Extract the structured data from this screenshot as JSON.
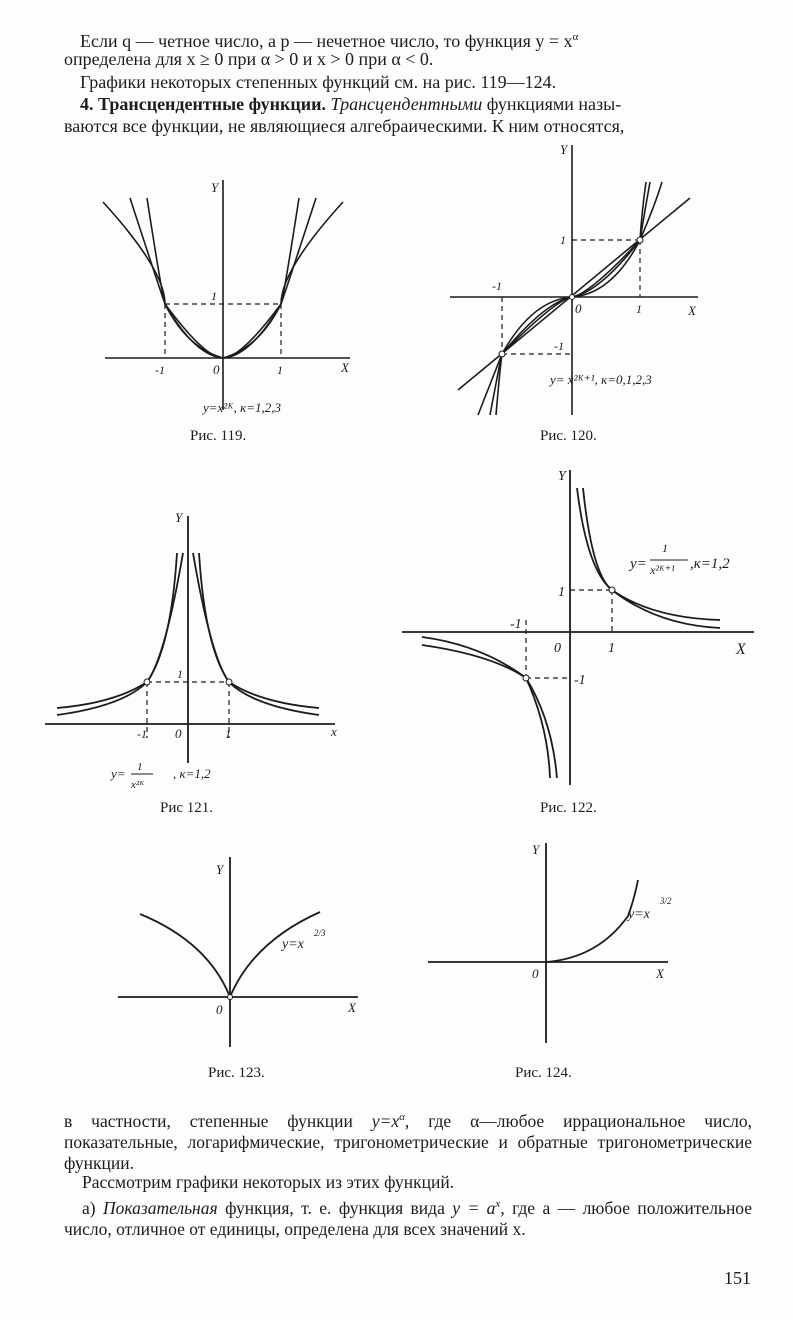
{
  "top": {
    "line1": "Если  q — четное  число,  а  p — нечетное число,  то функция   y = x",
    "line1_exp": "α",
    "line2": "определена для  x ≥ 0  при  α > 0  и  x > 0  при  α < 0.",
    "line3": "Графики некоторых степенных функций см. на рис. 119—124.",
    "line4_bold": "4. Трансцендентные функции.",
    "line4_ital": "Трансцендентными",
    "line4_rest": "функциями назы-",
    "line5": "ваются все функции, не являющиеся алгебраическими. К ним относятся,"
  },
  "figures": {
    "f119": {
      "caption": "Рис. 119.",
      "formula": "y=x²ᴷ, к=1,2,3",
      "y": "Y",
      "x": "X",
      "o": "0",
      "p1": "1",
      "m1": "-1"
    },
    "f120": {
      "caption": "Рис. 120.",
      "formula": "y= x²ᴷ⁺¹, к=0,1,2,3",
      "y": "Y",
      "x": "X",
      "o": "0",
      "p1": "1",
      "m1": "-1"
    },
    "f121": {
      "caption": "Рис 121.",
      "formula_num": "1",
      "formula_den": "x²ᴷ",
      "formula_y": "y=",
      "formula_k": ", к=1,2",
      "y": "Y",
      "x": "x",
      "o": "0",
      "p1": "1",
      "m1": "-1"
    },
    "f122": {
      "caption": "Рис. 122.",
      "formula_num": "1",
      "formula_den": "x²ᴷ⁺¹",
      "formula_y": "y=",
      "formula_k": ",к=1,2",
      "y": "Y",
      "x": "X",
      "o": "0",
      "p1": "1",
      "m1": "-1"
    },
    "f123": {
      "caption": "Рис. 123.",
      "formula": "y=x",
      "formula_exp": "2/3",
      "y": "Y",
      "x": "X",
      "o": "0"
    },
    "f124": {
      "caption": "Рис. 124.",
      "formula": "y=x",
      "formula_exp": "3/2",
      "y": "Y",
      "x": "X",
      "o": "0"
    }
  },
  "bottom": {
    "p1_a": "в частности, степенные функции",
    "p1_b": "y=x",
    "p1_c": "α",
    "p1_d": ", где α—любое иррациональное число, показательные, логарифмические, тригонометрические и обратные тригонометрические функции.",
    "p2": "Рассмотрим графики некоторых из этих функций.",
    "p3_a": "а)",
    "p3_b": "Показательная",
    "p3_c": "функция, т. е. функция вида",
    "p3_d": "y = a",
    "p3_e": "x",
    "p3_f": ", где a — любое положительное число, отличное от единицы, определена для всех значений x."
  },
  "page_number": "151"
}
